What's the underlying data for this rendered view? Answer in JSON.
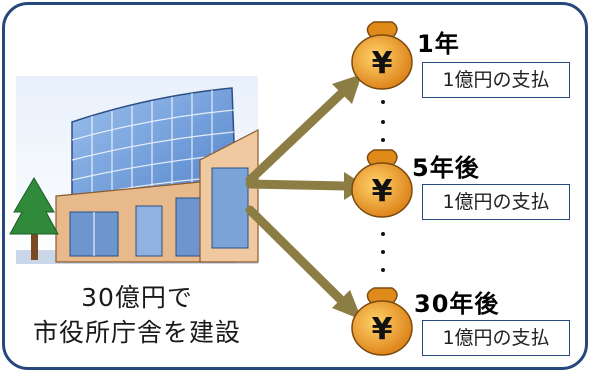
{
  "left": {
    "caption_line1": "30億円で",
    "caption_line2": "市役所庁舎を建設"
  },
  "payments": [
    {
      "year": "1年",
      "amount": "1億円の支払"
    },
    {
      "year": "5年後",
      "amount": "1億円の支払"
    },
    {
      "year": "30年後",
      "amount": "1億円の支払"
    }
  ],
  "coin_symbol": "¥",
  "colors": {
    "frame": "#27487a",
    "arrow": "#8b7d44",
    "money_bag": "#e08a1a",
    "building_glass": "#6fa0d8"
  }
}
